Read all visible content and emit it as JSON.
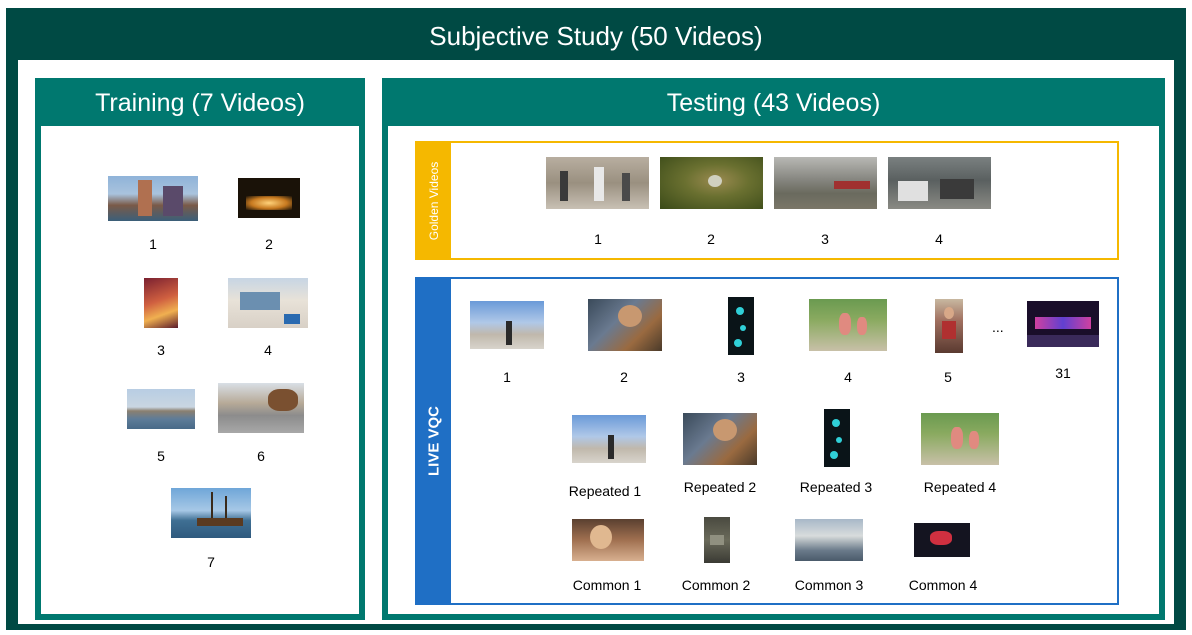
{
  "title": "Subjective Study (50 Videos)",
  "training": {
    "title": "Training (7 Videos)",
    "labels": [
      "1",
      "2",
      "3",
      "4",
      "5",
      "6",
      "7"
    ]
  },
  "testing": {
    "title": "Testing (43 Videos)",
    "golden": {
      "side_label": "Golden Videos",
      "labels": [
        "1",
        "2",
        "3",
        "4"
      ]
    },
    "live": {
      "side_label": "LIVE VQC",
      "labels": [
        "1",
        "2",
        "3",
        "4",
        "5",
        "31"
      ],
      "ellipsis": "...",
      "repeated": [
        "Repeated 1",
        "Repeated 2",
        "Repeated 3",
        "Repeated 4"
      ],
      "common": [
        "Common 1",
        "Common 2",
        "Common 3",
        "Common 4"
      ]
    }
  },
  "colors": {
    "outer_frame": "#004a44",
    "panel_frame": "#00786f",
    "golden_accent": "#f5b800",
    "live_accent": "#1f6fc5"
  }
}
